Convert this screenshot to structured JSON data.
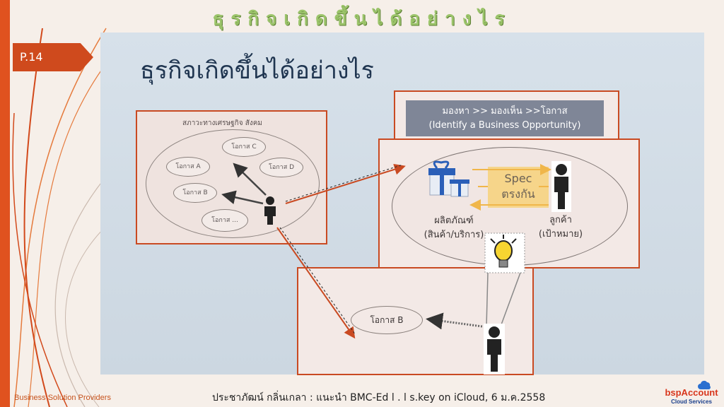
{
  "header": {
    "title": "ธุรกิจเกิดขึ้นได้อย่างไร"
  },
  "page_tag": "P.14",
  "slide": {
    "title": "ธุรกิจเกิดขึ้นได้อย่างไร",
    "panel_left_label": "สภาวะทางเศรษฐกิจ สังคม",
    "opportunities": [
      "โอกาส C",
      "โอกาส A",
      "โอกาส D",
      "โอกาส B",
      "โอกาส ..."
    ],
    "identify": {
      "line1": "มองหา >> มองเห็น >>โอกาส",
      "line2": "(Identify a Business Opportunity)"
    },
    "spec": {
      "line1": "Spec",
      "line2": "ตรงกัน"
    },
    "product": {
      "line1": "ผลิตภัณฑ์",
      "line2": "(สินค้า/บริการ)"
    },
    "customer": {
      "line1": "ลูกค้า",
      "line2": "(เป้าหมาย)"
    },
    "opportunity_b_bottom": "โอกาส B"
  },
  "footer": {
    "left": "Business Solution Providers",
    "center": "ประชาภัฒน์ กลิ่นเกลา : แนะนำ BMC-Ed l . l s.key on iCloud, 6 ม.ค.2558",
    "logo_main": "bspAccount",
    "logo_sub": "Cloud Services"
  },
  "colors": {
    "accent": "#cf4a1d",
    "title_green": "#9bc46a",
    "slide_bg": "#d7e1ea",
    "box_gray": "#7f8697",
    "spec_yellow": "#f6d58a"
  }
}
